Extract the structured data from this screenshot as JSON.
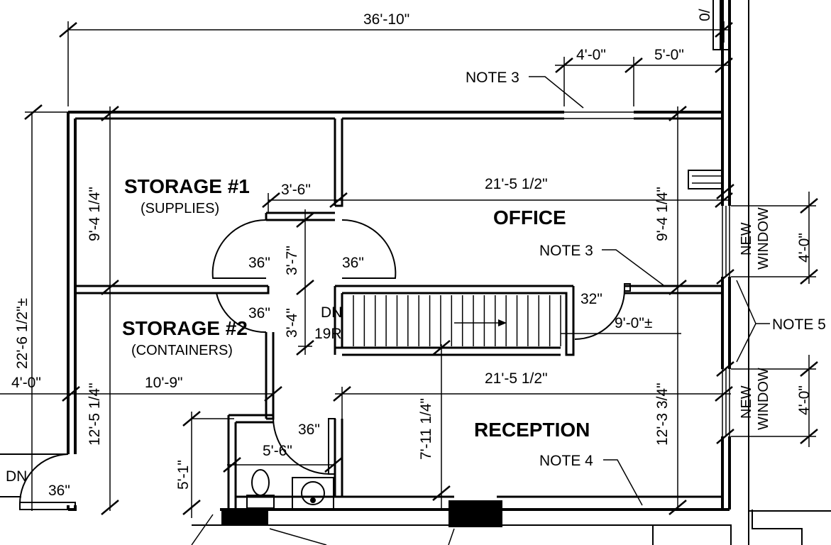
{
  "rooms": {
    "storage1": {
      "name": "STORAGE #1",
      "sub": "(SUPPLIES)"
    },
    "storage2": {
      "name": "STORAGE #2",
      "sub": "(CONTAINERS)"
    },
    "office": {
      "name": "OFFICE"
    },
    "reception": {
      "name": "RECEPTION"
    }
  },
  "stair": {
    "dn": "DN",
    "risers": "19R"
  },
  "dims": {
    "overall_width": "36'-10\"",
    "overall_depth": "22'-6 1/2\"±",
    "win_top_a": "4'-0\"",
    "win_top_b": "5'-0\"",
    "storage1_depth": "9'-4 1/4\"",
    "office_depth": "9'-4 1/4\"",
    "corridor_width": "3'-6\"",
    "office_width": "21'-5 1/2\"",
    "reception_width": "21'-5 1/2\"",
    "door_s1": "36\"",
    "door_office": "36\"",
    "corr_3_7": "3'-7\"",
    "corr_3_4": "3'-4\"",
    "door_s2": "36\"",
    "door_32": "32\"",
    "stair_9_0": "9'-0\"±",
    "left_4_0": "4'-0\"",
    "storage2_width": "10'-9\"",
    "storage2_depth": "12'-5 1/4\"",
    "reception_depth_left": "7'-11 1/4\"",
    "reception_depth_right": "12'-3 3/4\"",
    "bath_width": "5'-6\"",
    "bath_depth": "5'-1\"",
    "door_bath": "36\"",
    "door_entry": "36\"",
    "win_right_1": "4'-0\"",
    "win_right_2": "4'-0\""
  },
  "notes": {
    "note3_top": "NOTE 3",
    "note3_mid": "NOTE 3",
    "note4": "NOTE 4",
    "note5": "NOTE 5",
    "new_window_1a": "NEW",
    "new_window_1b": "WINDOW",
    "new_window_2a": "NEW",
    "new_window_2b": "WINDOW",
    "dn_left": "DN",
    "corner_frag": "0/"
  }
}
